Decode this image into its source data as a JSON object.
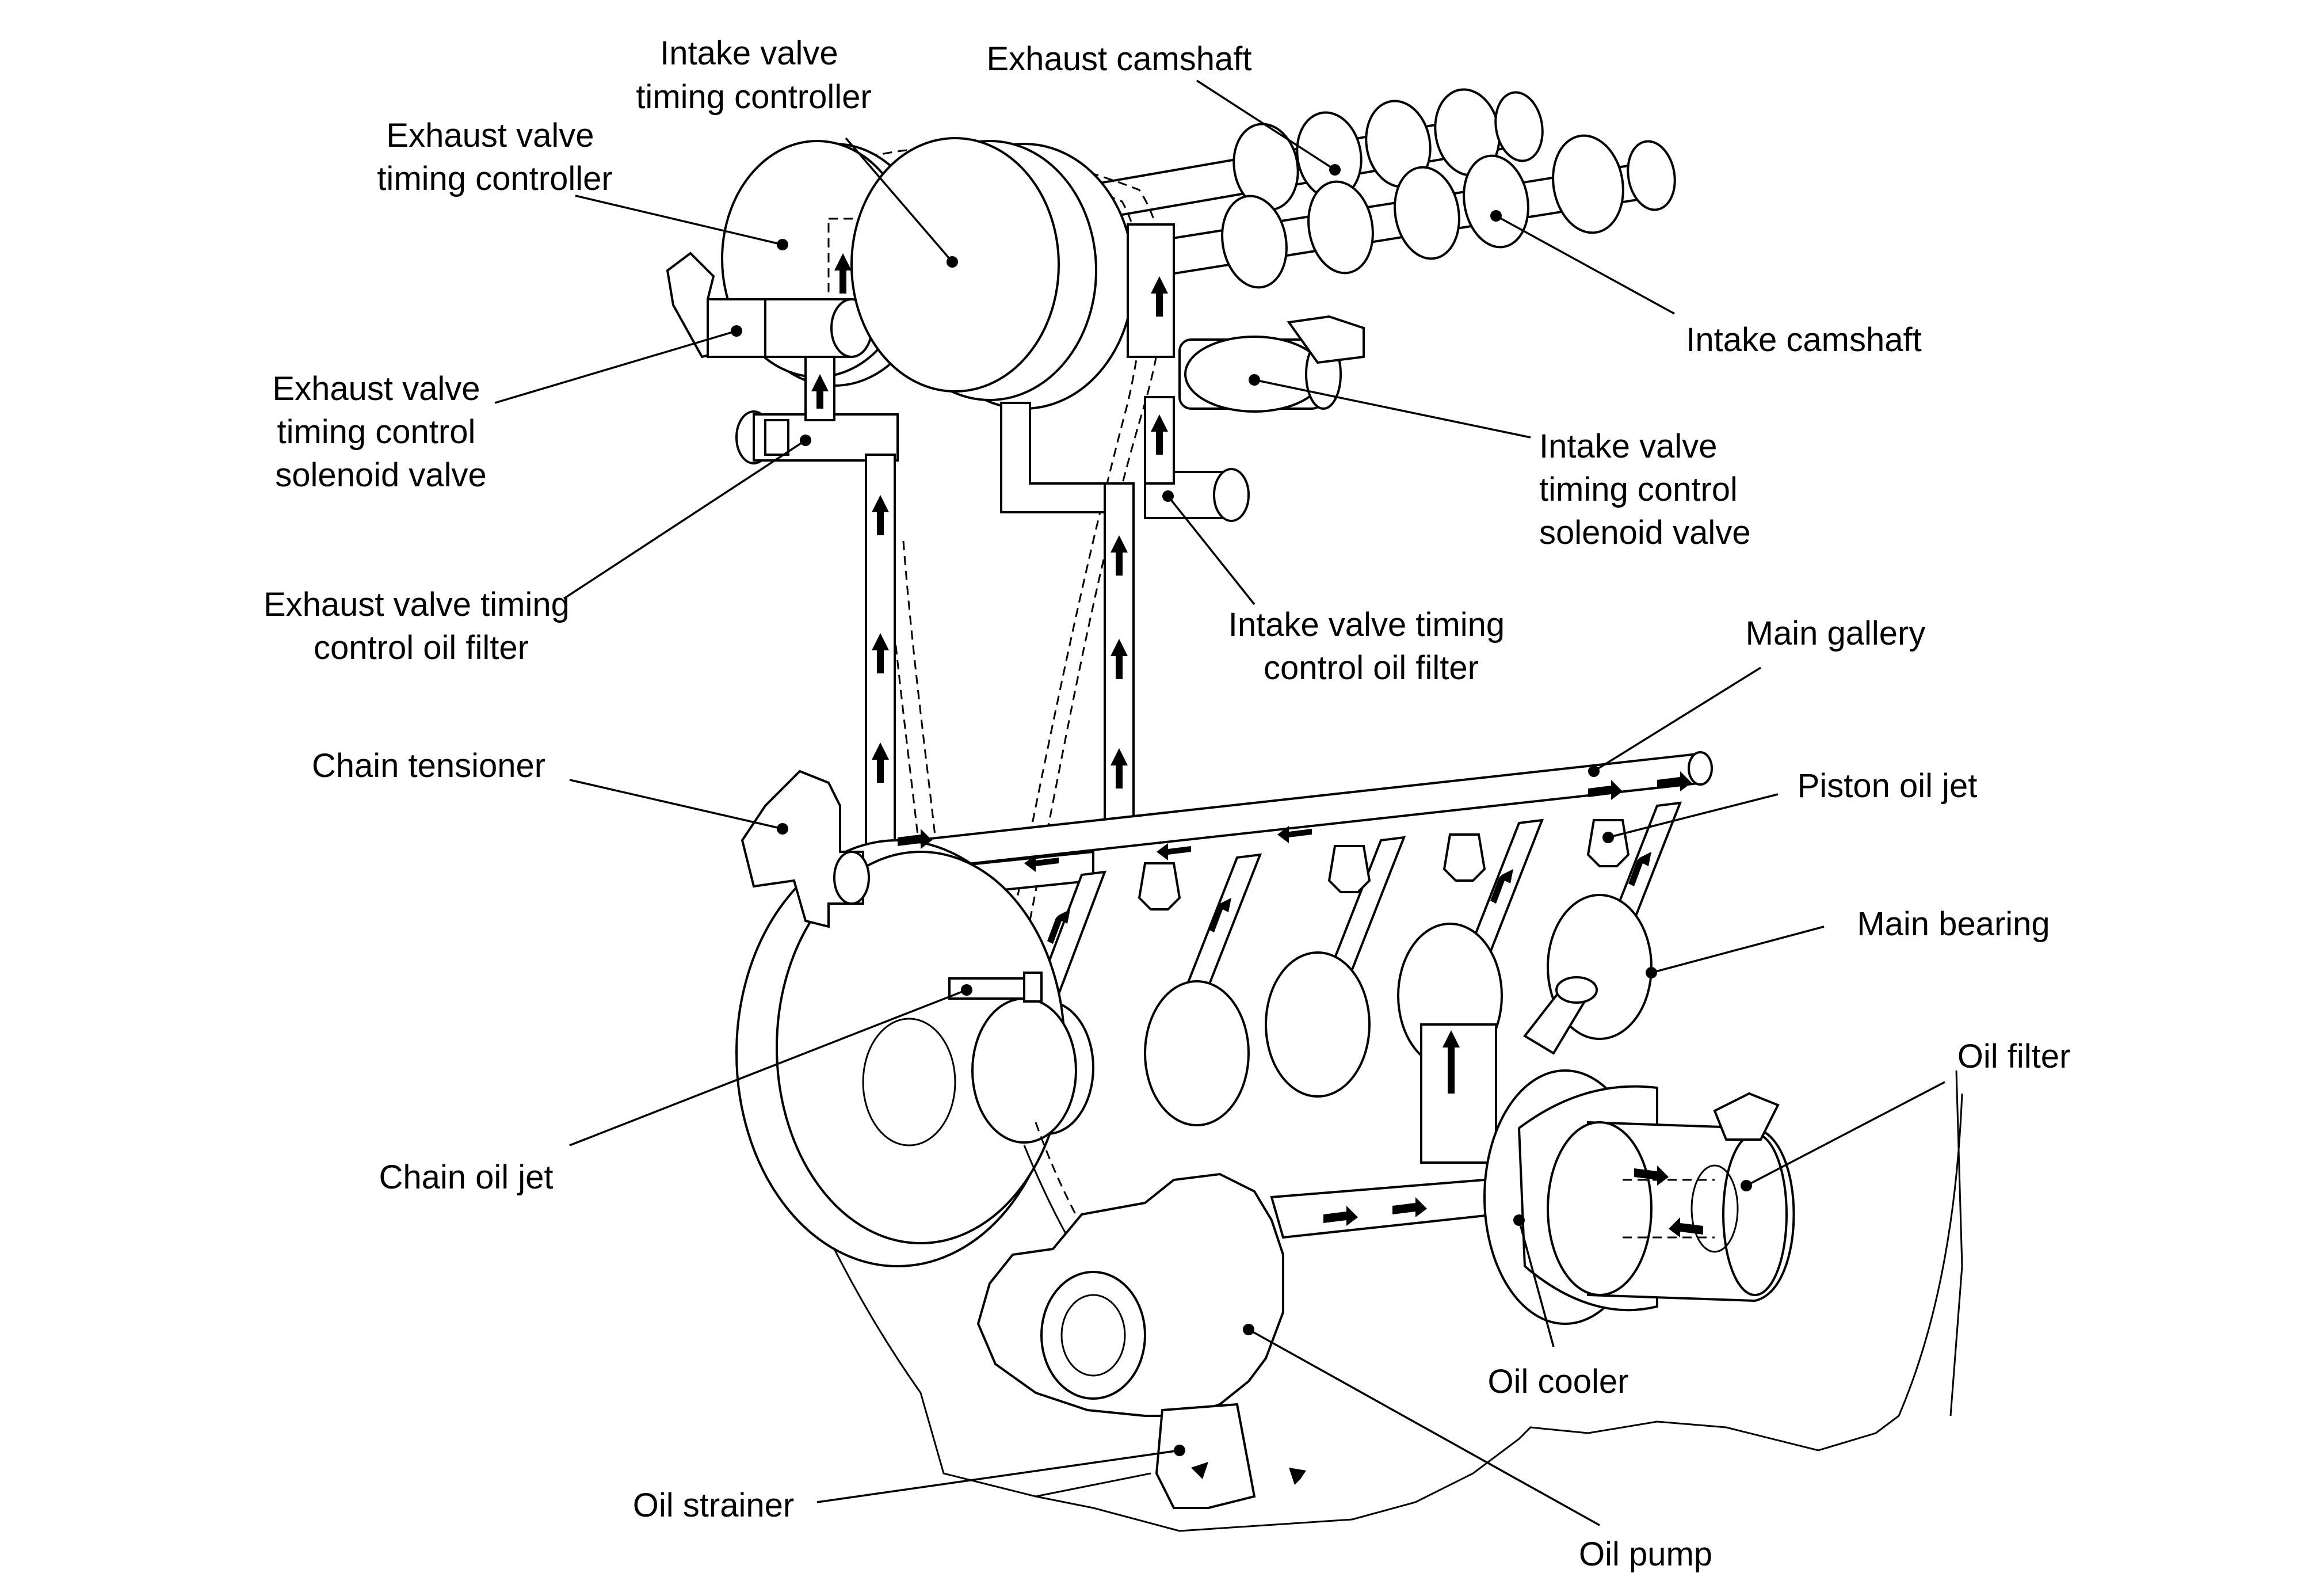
{
  "labels": {
    "intake_valve_timing_controller": [
      "Intake valve",
      "timing controller"
    ],
    "exhaust_camshaft": [
      "Exhaust camshaft"
    ],
    "exhaust_valve_timing_controller": [
      "Exhaust valve",
      "timing controller"
    ],
    "intake_camshaft": [
      "Intake camshaft"
    ],
    "exhaust_valve_timing_control_solenoid_valve": [
      "Exhaust valve",
      "timing control",
      "solenoid valve"
    ],
    "intake_valve_timing_control_solenoid_valve": [
      "Intake valve",
      "timing control",
      "solenoid valve"
    ],
    "exhaust_valve_timing_control_oil_filter": [
      "Exhaust valve timing",
      "control oil filter"
    ],
    "intake_valve_timing_control_oil_filter": [
      "Intake valve timing",
      "control oil filter"
    ],
    "main_gallery": [
      "Main gallery"
    ],
    "chain_tensioner": [
      "Chain tensioner"
    ],
    "piston_oil_jet": [
      "Piston oil jet"
    ],
    "main_bearing": [
      "Main bearing"
    ],
    "oil_filter": [
      "Oil filter"
    ],
    "chain_oil_jet": [
      "Chain oil jet"
    ],
    "oil_cooler": [
      "Oil cooler"
    ],
    "oil_strainer": [
      "Oil strainer"
    ],
    "oil_pump": [
      "Oil pump"
    ]
  }
}
